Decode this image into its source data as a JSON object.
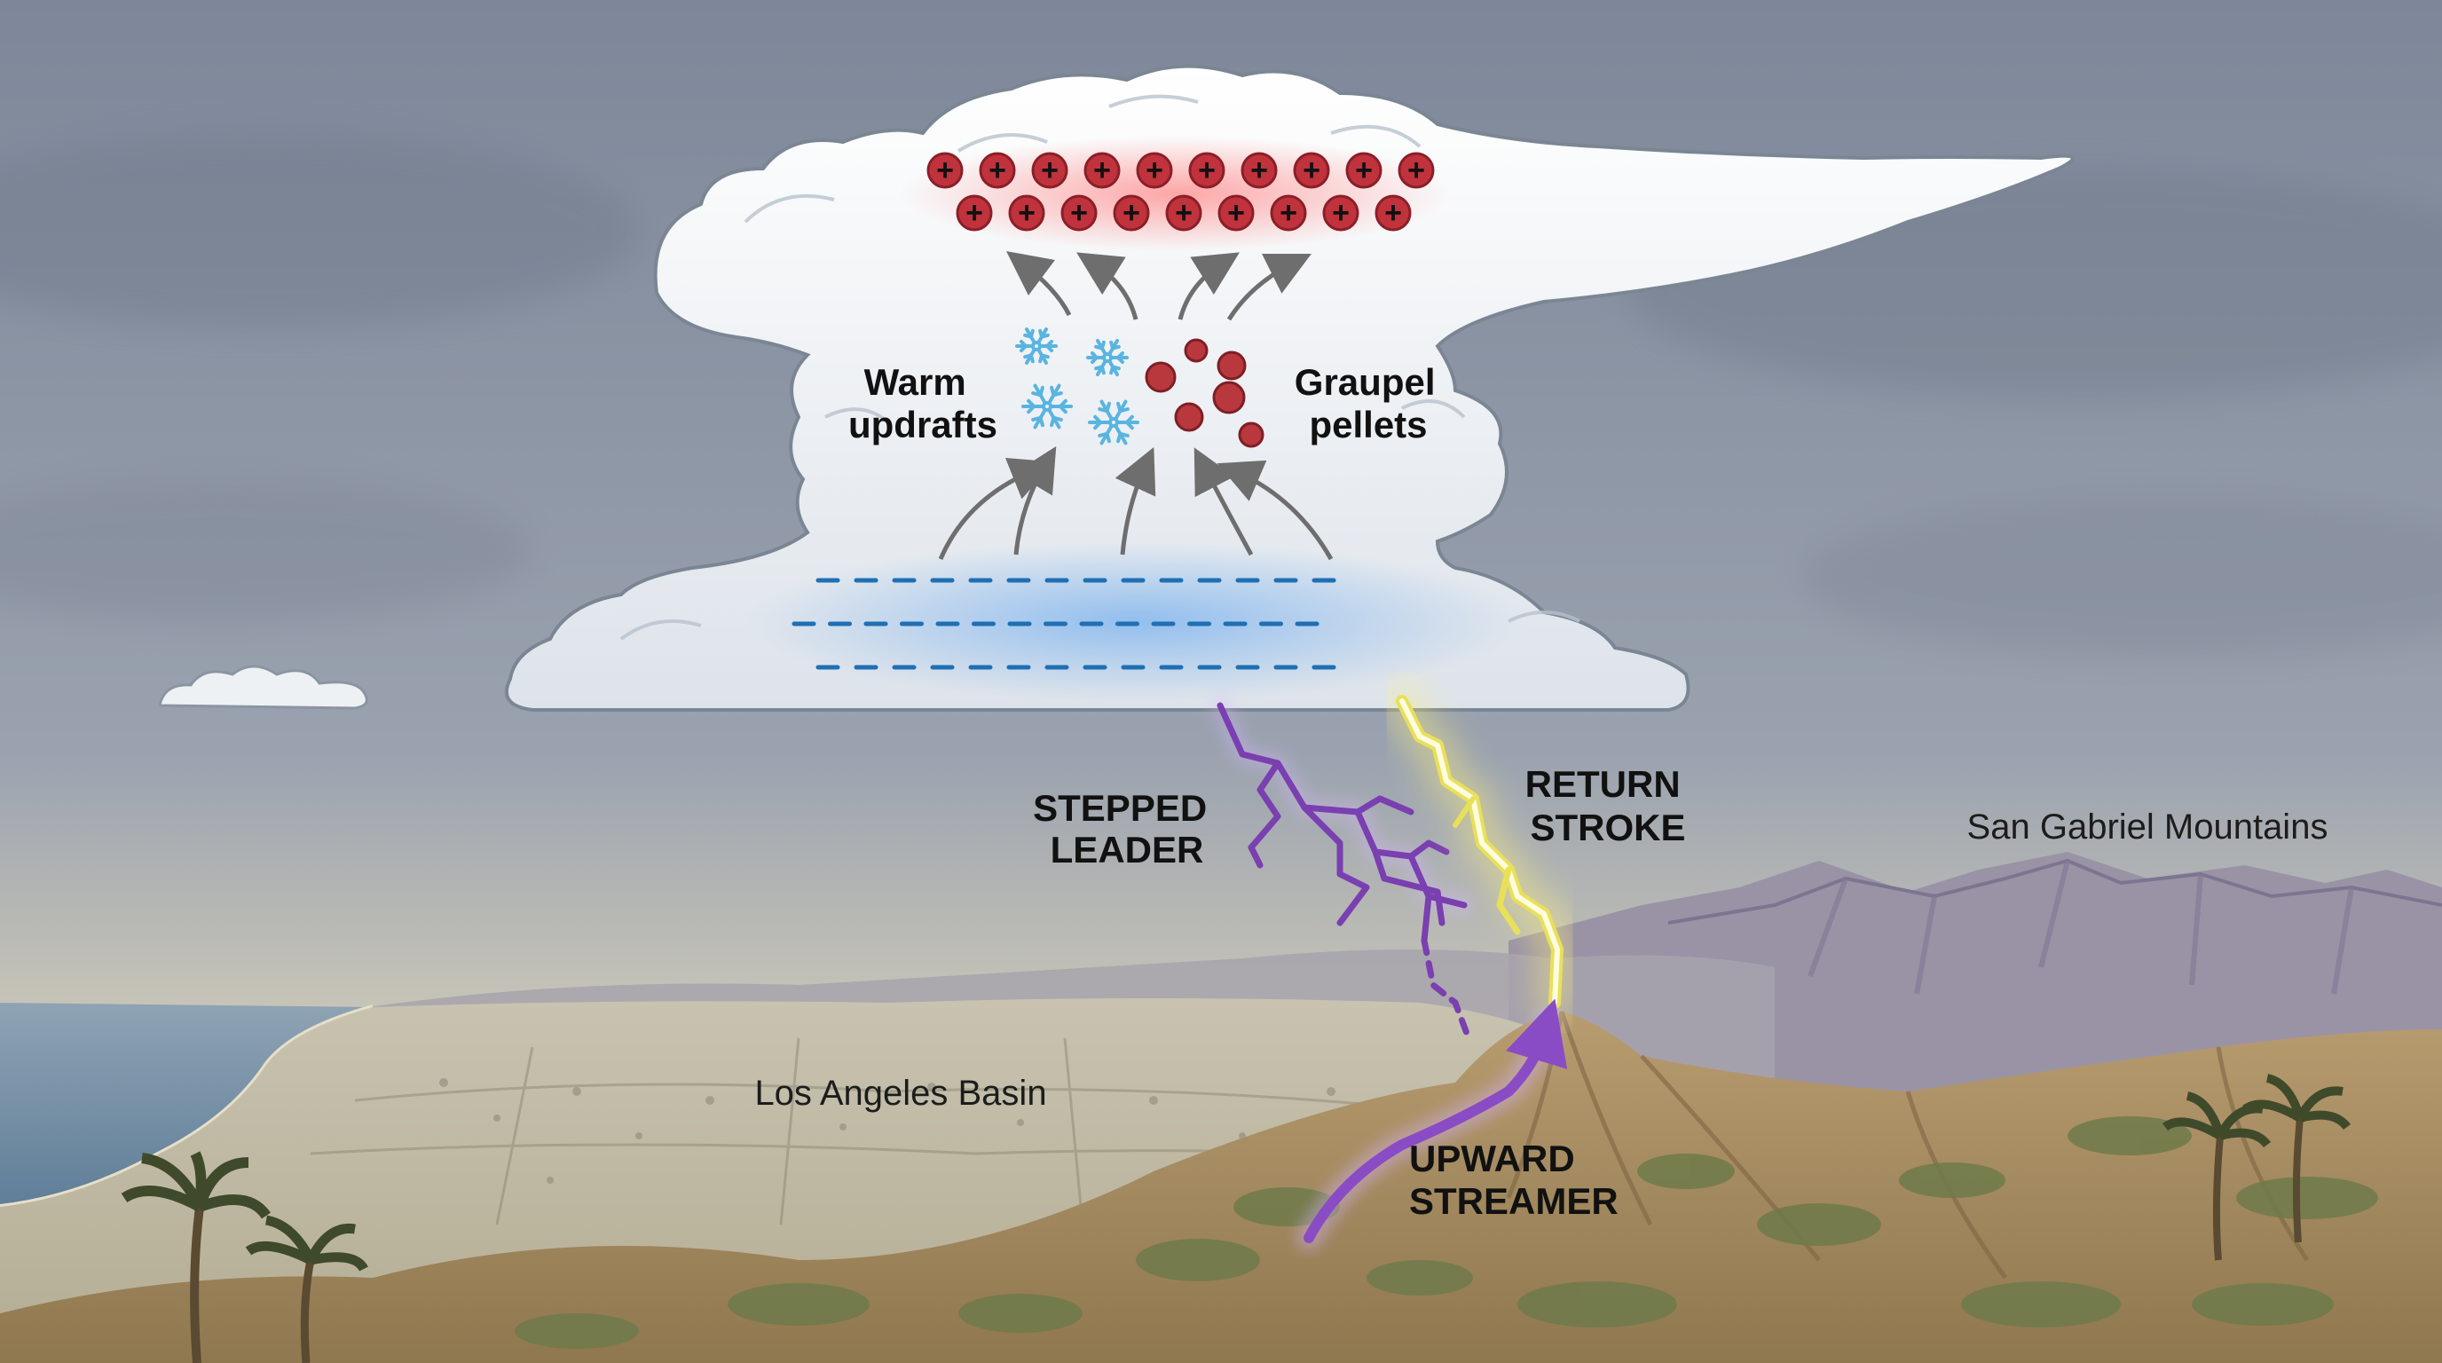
{
  "labels": {
    "warm_updrafts": [
      "Warm",
      "updrafts"
    ],
    "graupel_pellets": [
      "Graupel",
      "pellets"
    ],
    "stepped_leader": [
      "STEPPED",
      "LEADER"
    ],
    "return_stroke": [
      "RETURN",
      "STROKE"
    ],
    "upward_streamer": [
      "UPWARD",
      "STREAMER"
    ],
    "san_gabriel": "San Gabriel Mountains",
    "la_basin": "Los Angeles Basin"
  },
  "charges": {
    "positive_symbol": "+",
    "negative_symbol": "–",
    "positive_rows": [
      10,
      9
    ],
    "negative_rows": [
      14,
      15,
      14
    ]
  },
  "colors": {
    "positive": "#c0323c",
    "negative": "#1f6fb3",
    "stepped_leader": "#7a3fb0",
    "return_stroke": "#fffbb0",
    "upward_streamer": "#8a4cc4",
    "ice": "#5ab4e0"
  }
}
